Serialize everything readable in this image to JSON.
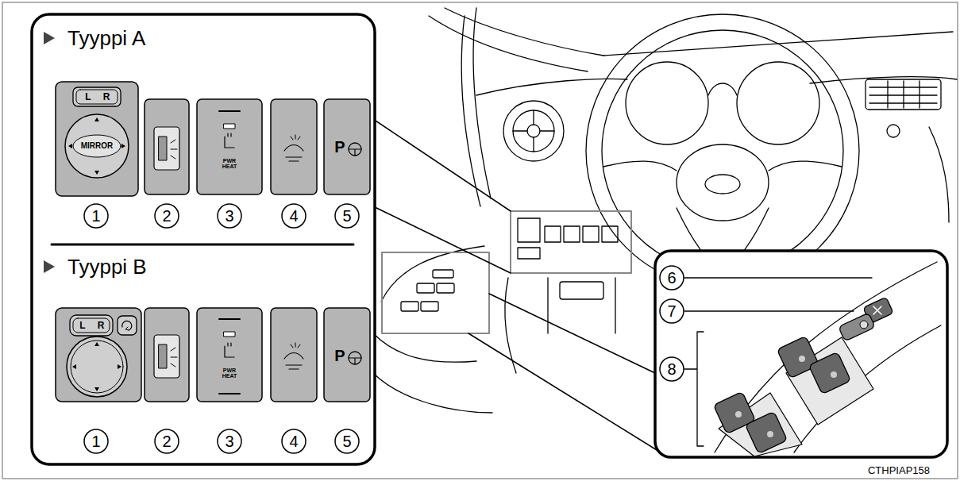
{
  "diagram": {
    "labels": [
      "Tyyppi A",
      "L",
      "R",
      "MIRROR",
      "PWR HEAT",
      "P",
      "1",
      "2",
      "3",
      "4",
      "5",
      "Tyyppi B",
      "L",
      "R",
      "PWR HEAT",
      "P",
      "1",
      "2",
      "3",
      "4",
      "5",
      "6",
      "7",
      "8",
      "CTHPIAP158"
    ]
  }
}
